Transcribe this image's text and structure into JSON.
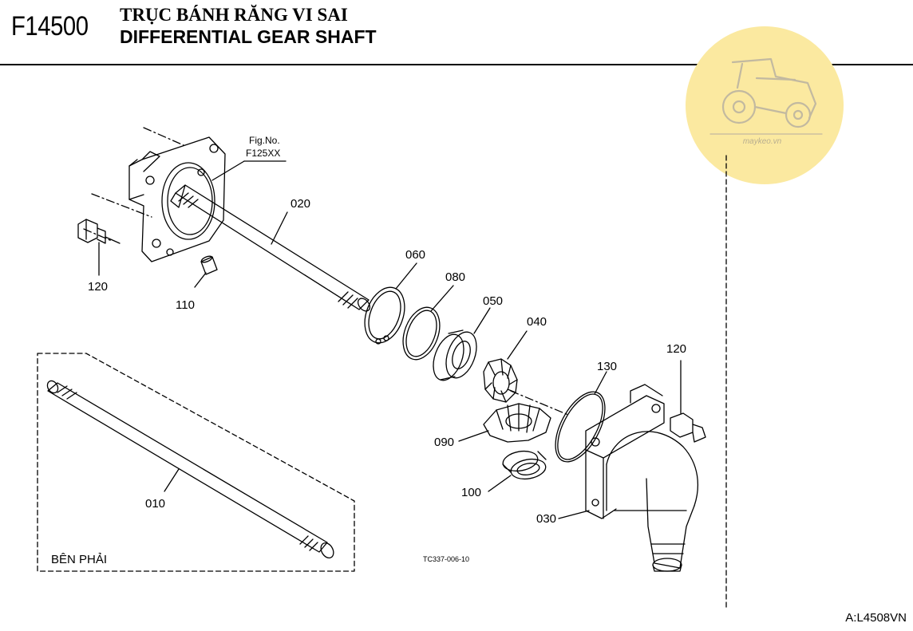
{
  "header": {
    "code": "F14500",
    "title_vn": "TRỤC BÁNH RĂNG VI SAI",
    "title_en": "DIFFERENTIAL GEAR SHAFT"
  },
  "figure_ref": {
    "line1": "Fig.No.",
    "line2": "F125XX"
  },
  "parts": {
    "p010": "010",
    "p020": "020",
    "p030": "030",
    "p040": "040",
    "p050": "050",
    "p060": "060",
    "p080": "080",
    "p090": "090",
    "p100": "100",
    "p110": "110",
    "p120_left": "120",
    "p120_right": "120",
    "p130": "130"
  },
  "inset_label": "BÊN PHẢI",
  "drawing_code": "TC337-006-10",
  "watermark_text": "maykeo.vn",
  "footer_code": "A:L4508VN",
  "colors": {
    "watermark": "#fbe9a0",
    "watermark_line": "#c7c0a0",
    "line": "#000000"
  }
}
